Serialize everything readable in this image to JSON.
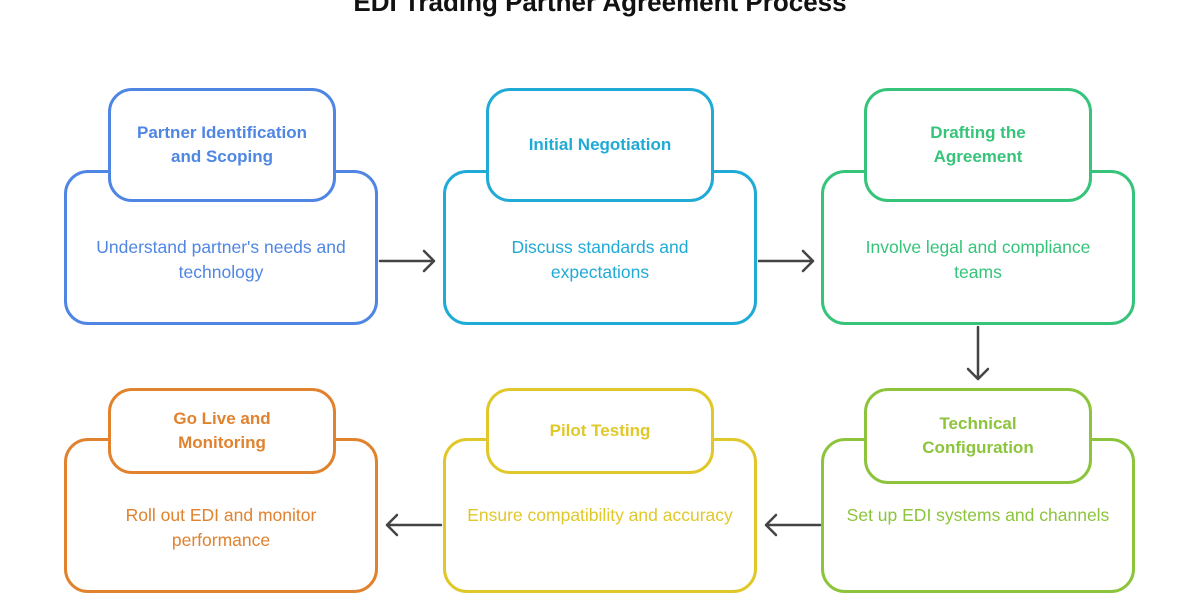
{
  "title": "EDI Trading Partner Agreement Process",
  "steps": [
    {
      "heading": "Partner Identification and Scoping",
      "description": "Understand partner's needs and technology",
      "color": "#4f86e3"
    },
    {
      "heading": "Initial Negotiation",
      "description": "Discuss standards and expectations",
      "color": "#20aad6"
    },
    {
      "heading": "Drafting the Agreement",
      "description": "Involve legal and compliance teams",
      "color": "#35c47a"
    },
    {
      "heading": "Technical Configuration",
      "description": "Set up EDI systems and channels",
      "color": "#8cc43c"
    },
    {
      "heading": "Pilot Testing",
      "description": "Ensure compatibility and accuracy",
      "color": "#e0c82a"
    },
    {
      "heading": "Go Live and Monitoring",
      "description": "Roll out EDI and monitor performance",
      "color": "#e0822e"
    }
  ]
}
